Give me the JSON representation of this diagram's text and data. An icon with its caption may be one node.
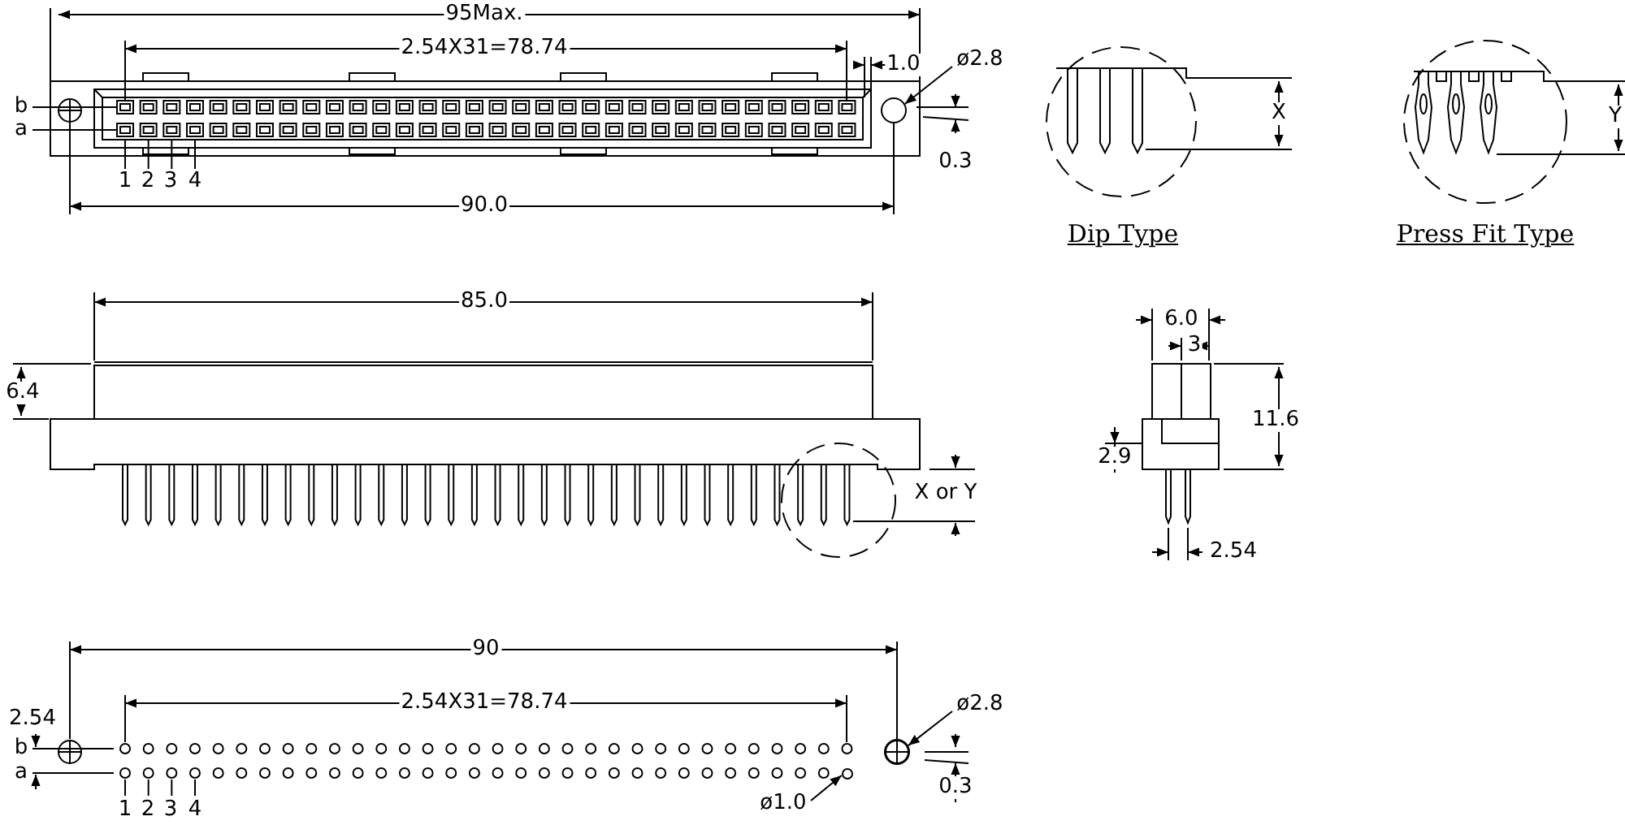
{
  "diagram": {
    "nodes": [
      {
        "text": [
          "ø2.8"
        ]
      },
      {
        "text": [],
        "shape": "circle"
      },
      {
        "text": [
          "ø2.8"
        ]
      },
      {
        "text": [],
        "shape": "circle"
      },
      {
        "text": [
          "ø1.0"
        ]
      },
      {
        "text": [],
        "shape": "circle"
      }
    ],
    "edges": [
      {
        "from": 0,
        "to": 1,
        "arrow": "to"
      },
      {
        "from": 2,
        "to": 3,
        "arrow": "to"
      },
      {
        "from": 4,
        "to": 5,
        "arrow": "to"
      }
    ],
    "labels": [
      "95Max.",
      "2.54X31=78.74",
      "1.0",
      "b",
      "a",
      "0.3",
      "1",
      "2",
      "3",
      "4",
      "90.0",
      "X",
      "Y",
      "Dip Type",
      "Press Fit Type",
      "85.0",
      "6.4",
      "X or Y",
      "6.0",
      "3",
      "11.6",
      "2.9",
      "2.54",
      "90",
      "2.54X31=78.74",
      "2.54",
      "b",
      "a",
      "0.3",
      "1",
      "2",
      "3",
      "4"
    ]
  }
}
